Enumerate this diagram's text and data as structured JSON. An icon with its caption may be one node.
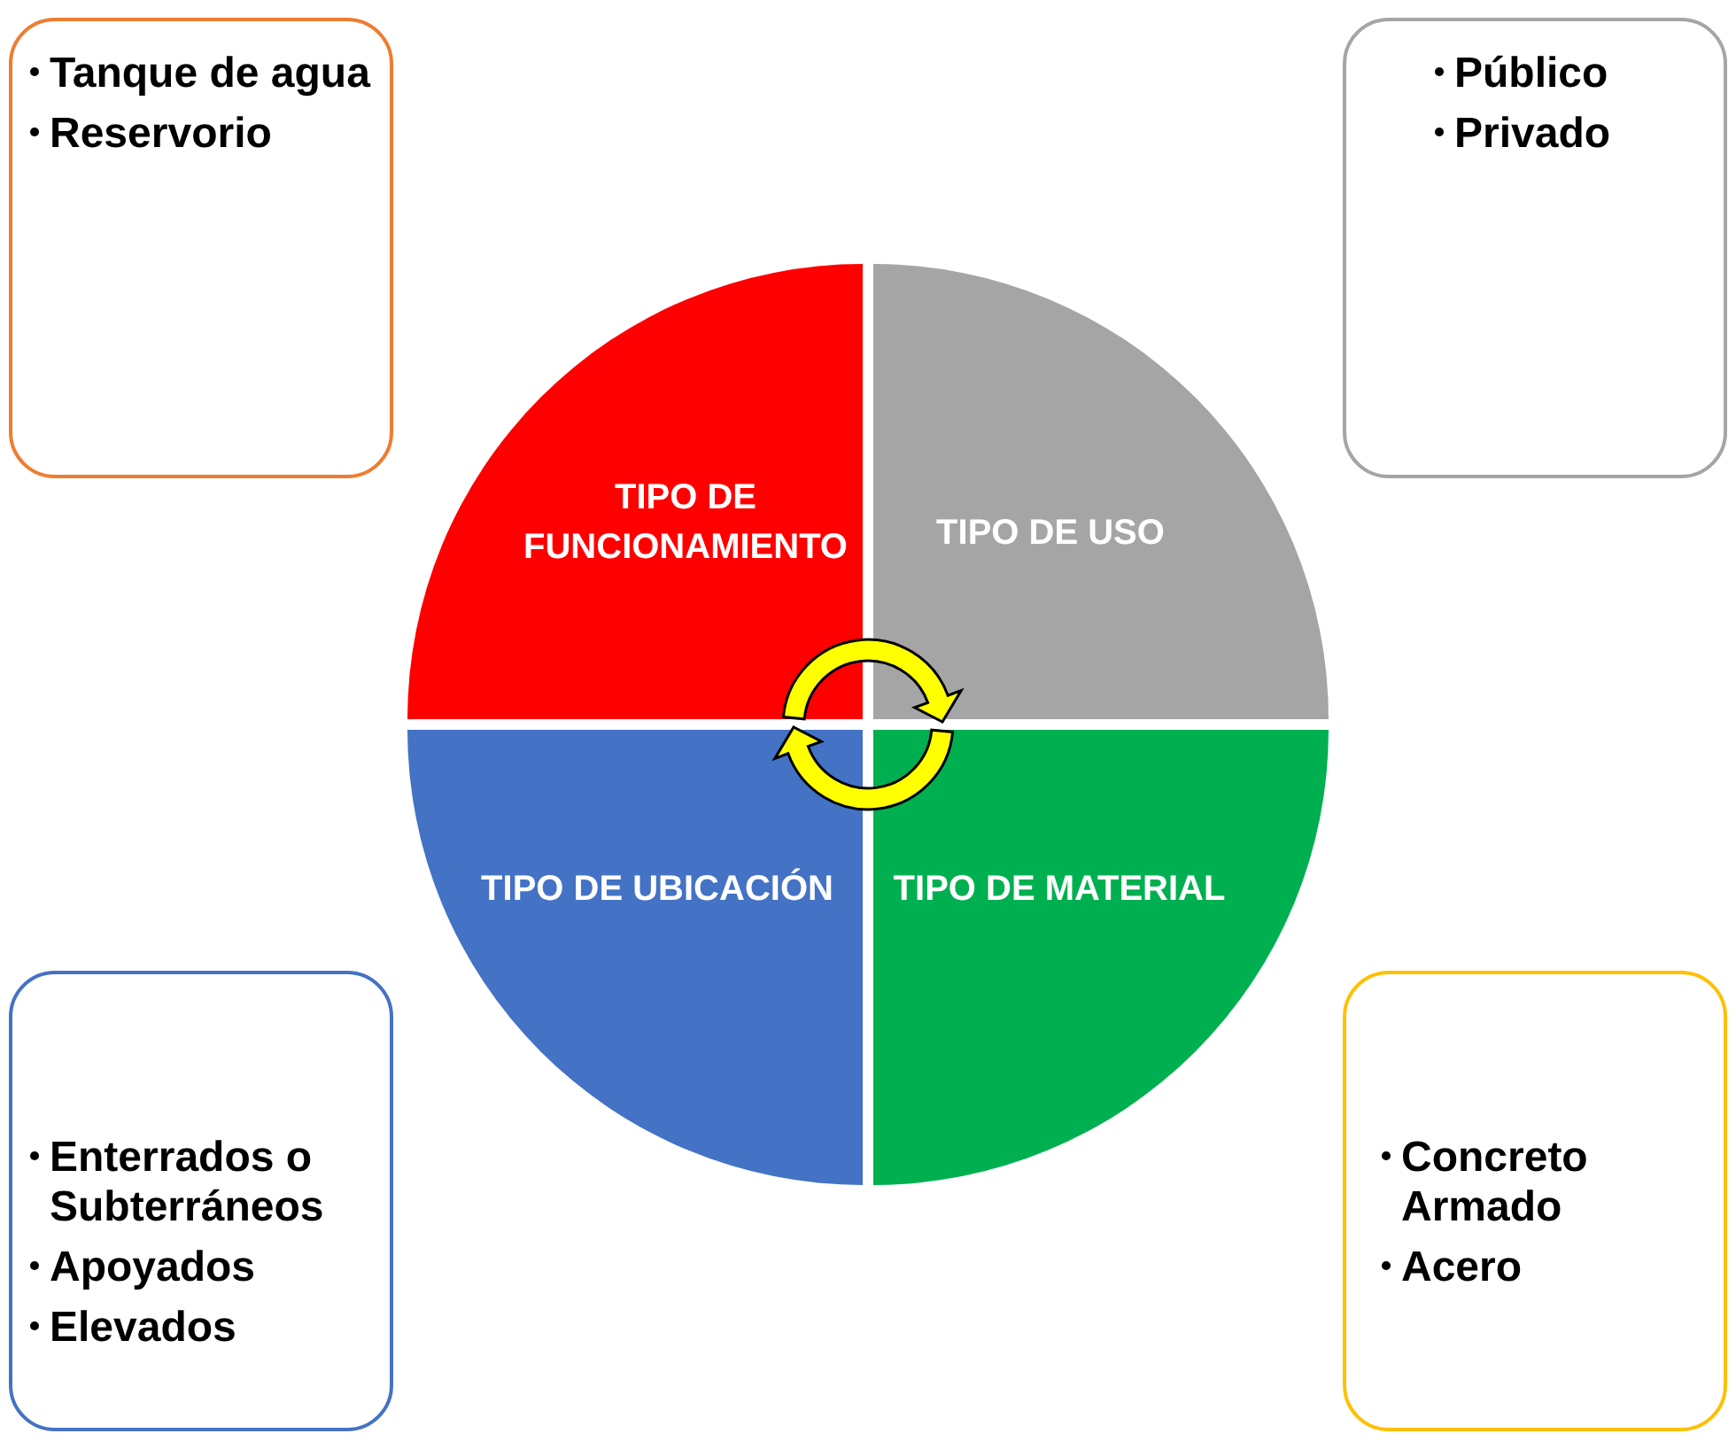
{
  "diagram": {
    "nodes": [
      {
        "text": [
          "Tanque de agua",
          "Reservorio"
        ]
      },
      {
        "text": [
          "Público",
          "Privado"
        ]
      },
      {
        "text": [
          "TIPO DE FUNCIONAMIENTO"
        ]
      },
      {
        "text": [
          "TIPO DE USO"
        ]
      },
      {
        "text": [
          "TIPO DE UBICACIÓN"
        ]
      },
      {
        "text": [
          "TIPO DE MATERIAL"
        ]
      },
      {
        "text": [
          "Enterrados o Subterráneos",
          "Apoyados",
          "Elevados"
        ]
      },
      {
        "text": [
          "Concreto Armado",
          "Acero"
        ]
      }
    ],
    "edges": [
      {
        "from": 2,
        "to": 3,
        "arrow": "to"
      },
      {
        "from": 5,
        "to": 4,
        "arrow": "to"
      }
    ]
  }
}
